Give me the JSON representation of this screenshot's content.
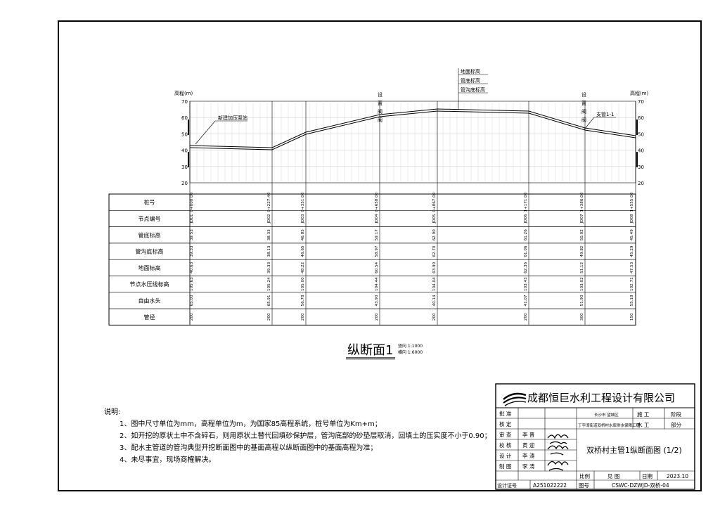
{
  "chart": {
    "elev_label_left": "高程(m)",
    "elev_label_right": "高程(m)",
    "y_ticks": [
      "70",
      "60",
      "50",
      "40",
      "30",
      "20"
    ],
    "annotations": {
      "pump_station": "新建加压泵站",
      "branch": "支管1-1",
      "ground_pipe": [
        "地面标高",
        "管底标高",
        "管沟底标高"
      ],
      "valve_left": [
        "设",
        "置",
        "阀",
        "阀"
      ],
      "valve_right": [
        "设",
        "置",
        "阀",
        "阀"
      ]
    }
  },
  "profile_table": {
    "row_labels": [
      "桩号",
      "节点编号",
      "管底标高",
      "管沟底标高",
      "地面标高",
      "节点水压线标高",
      "自由水头",
      "管径"
    ],
    "columns": [
      {
        "station": "0+000.00",
        "node": "JD01",
        "pipe_bottom": "39.53",
        "trench_bottom": "39.33",
        "ground": "40.63",
        "hgl": "105.63",
        "head": "65.00",
        "dia": "200"
      },
      {
        "station": "0+227.40",
        "node": "JD02",
        "pipe_bottom": "38.33",
        "trench_bottom": "38.13",
        "ground": "39.33",
        "hgl": "105.24",
        "head": "65.91",
        "dia": "200"
      },
      {
        "station": "0+351.00",
        "node": "JD03",
        "pipe_bottom": "46.85",
        "trench_bottom": "46.65",
        "ground": "48.22",
        "hgl": "105.00",
        "head": "56.78",
        "dia": "200"
      },
      {
        "station": "0+658.00",
        "node": "JD04",
        "pipe_bottom": "59.17",
        "trench_bottom": "58.97",
        "ground": "60.54",
        "hgl": "104.44",
        "head": "43.90",
        "dia": "200"
      },
      {
        "station": "0+867.00",
        "node": "JD05",
        "pipe_bottom": "62.90",
        "trench_bottom": "62.70",
        "ground": "63.90",
        "hgl": "104.04",
        "head": "40.14",
        "dia": "200"
      },
      {
        "station": "1+171.00",
        "node": "JD06",
        "pipe_bottom": "61.26",
        "trench_bottom": "61.06",
        "ground": "62.36",
        "hgl": "103.43",
        "head": "41.07",
        "dia": "200"
      },
      {
        "station": "1+386.00",
        "node": "JD07",
        "pipe_bottom": "50.02",
        "trench_bottom": "49.82",
        "ground": "51.12",
        "hgl": "103.02",
        "head": "51.90",
        "dia": "300"
      },
      {
        "station": "1+555.00",
        "node": "JD08",
        "pipe_bottom": "45.49",
        "trench_bottom": "45.29",
        "ground": "47.53",
        "hgl": "102.71",
        "head": "55.18",
        "dia": "150"
      }
    ]
  },
  "section_title": {
    "title": "纵断面1",
    "scale_v": "竖向 1:1000",
    "scale_h": "横向 1:6000"
  },
  "notes": {
    "heading": "说明:",
    "items": [
      "1、图中尺寸单位为mm，高程单位为m，为国家85高程系统，桩号单位为Km+m；",
      "2、如开挖的原状土中不含碎石，则用原状土替代回填砂保护层，管沟底部的砂垫层取消，回填土的压实度不小于0.90；",
      "3、配水主管道的管沟典型开挖断面图中的基面高程以纵断面图中的基面高程为准；",
      "4、未尽事宜，现场商榷解决。"
    ]
  },
  "title_block": {
    "company": "成都恒巨水利工程设计有限公司",
    "rows": [
      {
        "role": "批 准",
        "name": ""
      },
      {
        "role": "核 定",
        "name": ""
      },
      {
        "role": "审 查",
        "name": "李 晋"
      },
      {
        "role": "校 核",
        "name": "黄 迎"
      },
      {
        "role": "设 计",
        "name": "李 涛"
      },
      {
        "role": "制 图",
        "name": "李 涛"
      }
    ],
    "location": "长沙市 望城区",
    "project": "丁字湾街道双桥村水库供水保障工程",
    "stage_label": "施 工",
    "stage_value": "阶段",
    "discipline_label": "水 工",
    "discipline_value": "部分",
    "drawing_title": "双桥村主管1纵断面图 (1/2)",
    "scale_label": "比例",
    "scale_value": "见  图",
    "date_label": "日期",
    "date_value": "2023.10",
    "cert_label": "设计证号",
    "cert_value": "A251022222",
    "drawing_no_label": "图号",
    "drawing_no_value": "CSWC-DZWJD-双桥-04"
  }
}
